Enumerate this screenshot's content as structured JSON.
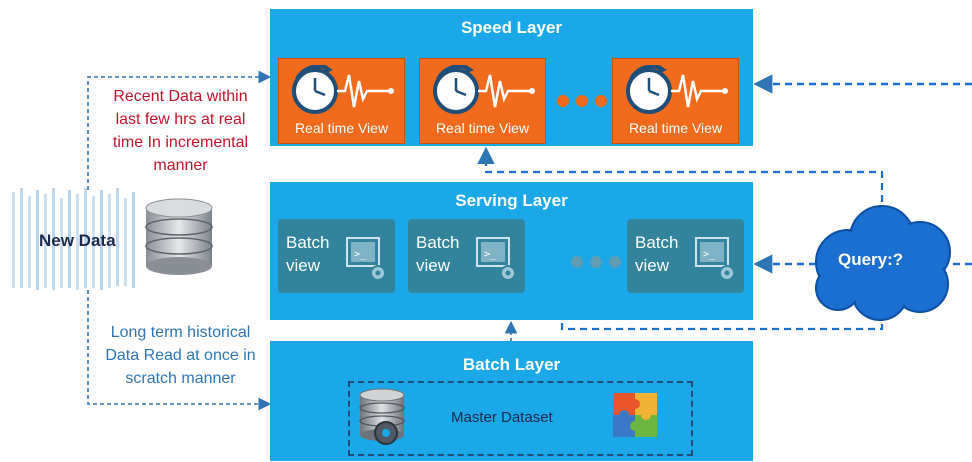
{
  "speed_layer": {
    "title": "Speed Layer",
    "views": [
      "Real time View",
      "Real time View",
      "Real time View"
    ]
  },
  "serving_layer": {
    "title": "Serving Layer",
    "views": [
      "Batch view",
      "Batch view",
      "Batch view"
    ]
  },
  "batch_layer": {
    "title": "Batch Layer",
    "master_dataset": "Master Dataset"
  },
  "new_data": {
    "label": "New Data"
  },
  "query": {
    "label": "Query:?"
  },
  "recent_data_note": [
    "Recent Data within",
    "last few hrs at real",
    "time In incremental",
    "manner"
  ],
  "historical_data_note": [
    "Long term historical",
    "Data Read at once in",
    "scratch manner"
  ],
  "colors": {
    "layer_blue": "#1aa8e8",
    "view_orange": "#f26a1b",
    "batch_view_teal": "#31849b",
    "arrow_blue": "#2e75b6",
    "cloud_blue": "#1a6fd1",
    "recent_note_red": "#c0142a",
    "historical_note_blue": "#2e75b6"
  }
}
